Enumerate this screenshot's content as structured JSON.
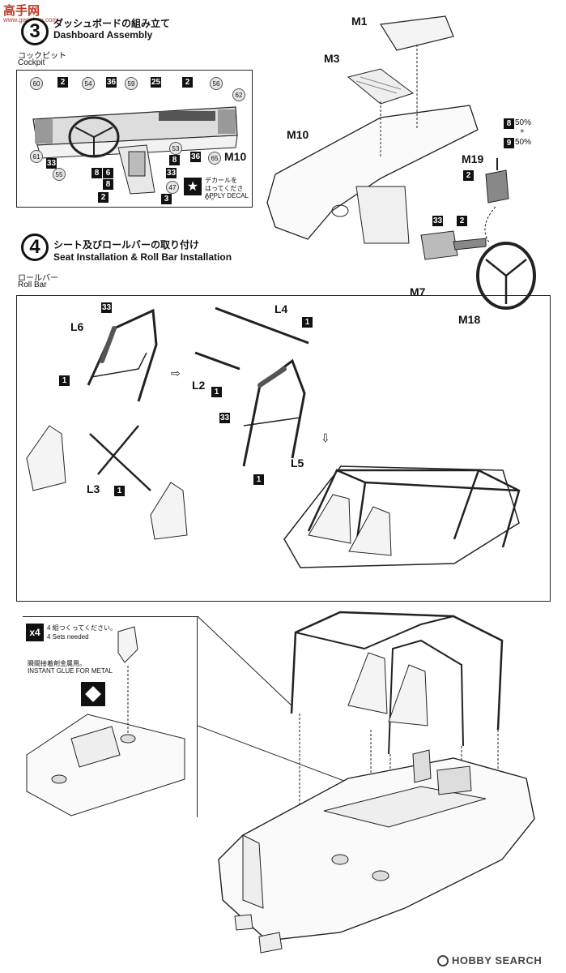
{
  "watermark": {
    "brand_cn": "高手网",
    "url": "www.gaoshou.com"
  },
  "step3": {
    "number": "3",
    "title_jp": "ダッシュボードの組み立て",
    "title_en": "Dashboard Assembly",
    "cockpit_jp": "コックピット",
    "cockpit_en": "Cockpit",
    "cockpit_parts": {
      "b2a": "2",
      "r54": "54",
      "b36a": "36",
      "r59": "59",
      "b25": "25",
      "b2b": "2",
      "r56": "56",
      "r62": "62",
      "r60": "60",
      "r61": "61",
      "b33a": "33",
      "r55": "55",
      "r53": "53",
      "b8a": "8",
      "b36b": "36",
      "r65": "65",
      "m10": "M10",
      "b8b": "8",
      "b6": "6",
      "b33b": "33",
      "b8c": "8",
      "b47": "47",
      "b2c": "2",
      "b3": "3"
    },
    "decal_jp_1": "デカールを",
    "decal_jp_2": "はってください。",
    "decal_en": "APPLY DECAL",
    "labels": {
      "m1": "M1",
      "m3": "M3",
      "m10": "M10",
      "m19": "M19",
      "m7": "M7",
      "m18": "M18"
    },
    "paint": {
      "b8": "8",
      "pct8": "50%",
      "plus": "+",
      "b9": "9",
      "pct9": "50%",
      "b2_m19": "2",
      "b33": "33",
      "b2": "2"
    }
  },
  "step4": {
    "number": "4",
    "title_jp": "シート及びロールバーの取り付け",
    "title_en": "Seat Installation & Roll Bar Installation",
    "rollbar_jp": "ロールバー",
    "rollbar_en": "Roll Bar",
    "labels": {
      "l6": "L6",
      "l4": "L4",
      "l2": "L2",
      "l3": "L3",
      "l5": "L5"
    },
    "badges": {
      "b33a": "33",
      "b1a": "1",
      "b1b": "1",
      "b1c": "1",
      "b1d": "1",
      "b33b": "33",
      "b1e": "1"
    }
  },
  "detail": {
    "multiplier": "x4",
    "sets_jp": "4 組つくってください。",
    "sets_en": "4 Sets needed",
    "glue_jp": "瞬間接着剤金属用。",
    "glue_en": "INSTANT GLUE FOR METAL"
  },
  "footer": {
    "brand": "HOBBY SEARCH"
  },
  "colors": {
    "ink": "#111111",
    "paint_gray": "#cfcfcf"
  }
}
